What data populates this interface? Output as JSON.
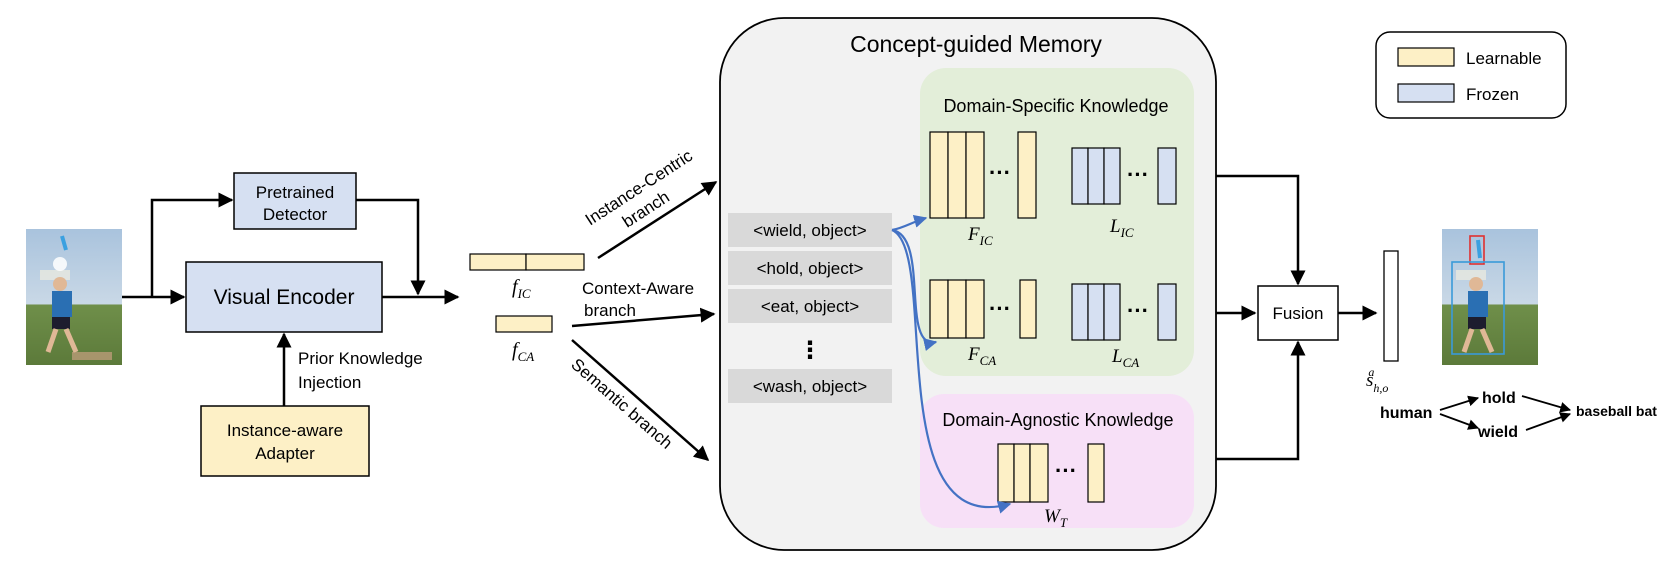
{
  "colors": {
    "learnable": "#fdf0c6",
    "frozen": "#d6e0f2",
    "domain_specific_bg": "#e3eed9",
    "domain_agnostic_bg": "#f7e0f7",
    "memory_bg": "#f2f2f2",
    "concept_box": "#d9d9d9",
    "blue_arrow": "#4472c4"
  },
  "blocks": {
    "pretrained_detector": [
      "Pretrained",
      "Detector"
    ],
    "visual_encoder": "Visual Encoder",
    "instance_adapter": [
      "Instance-aware",
      "Adapter"
    ],
    "prior_knowledge": [
      "Prior Knowledge",
      "Injection"
    ],
    "fusion": "Fusion"
  },
  "features": {
    "f_ic": "f_IC",
    "f_ca": "f_CA"
  },
  "branches": {
    "instance_centric": [
      "Instance-Centric",
      "branch"
    ],
    "context_aware": [
      "Context-Aware",
      "branch"
    ],
    "semantic": "Semantic branch"
  },
  "memory": {
    "title": "Concept-guided Memory",
    "concepts": [
      "<wield, object>",
      "<hold, object>",
      "<eat, object>",
      "⋮",
      "<wash, object>"
    ],
    "domain_specific": {
      "title": "Domain-Specific Knowledge",
      "labels": [
        "F_IC",
        "L_IC",
        "F_CA",
        "L_CA"
      ]
    },
    "domain_agnostic": {
      "title": "Domain-Agnostic Knowledge",
      "label": "W_T"
    },
    "ellipsis": "···"
  },
  "legend": {
    "learnable": "Learnable",
    "frozen": "Frozen"
  },
  "output": {
    "score": "s^a_{h,o}",
    "graph": {
      "human": "human",
      "hold": "hold",
      "wield": "wield",
      "object": "baseball bat"
    }
  },
  "images": {
    "input": "input-photo-baseball-player",
    "output": "output-photo-with-boxes"
  }
}
